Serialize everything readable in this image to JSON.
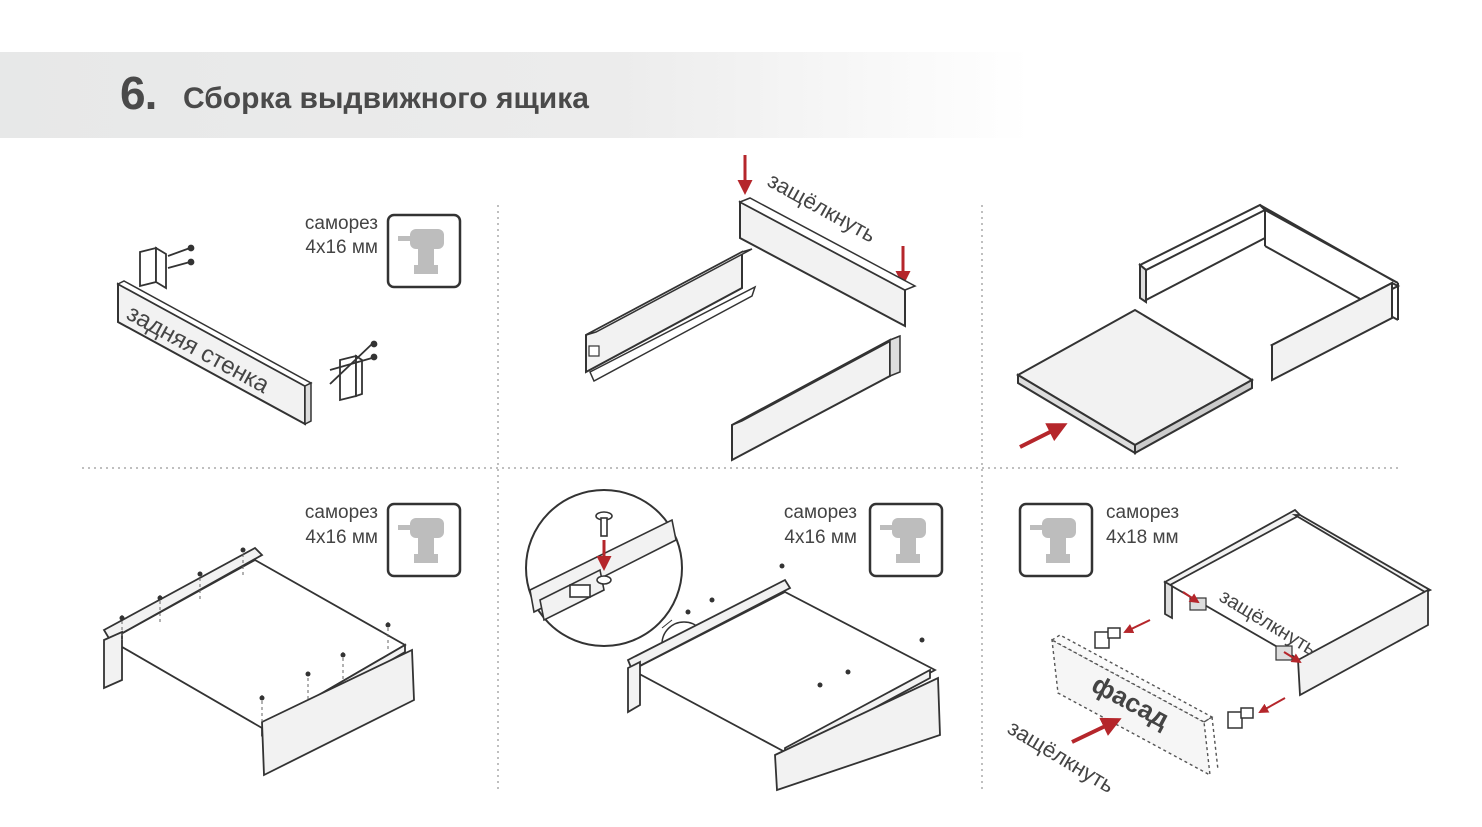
{
  "header": {
    "step_number": "6.",
    "title": "Сборка выдвижного ящика"
  },
  "screw_label": "саморез",
  "screw_16": "4x16 мм",
  "screw_18": "4x18 мм",
  "back_wall_label": "задняя стенка",
  "snap_label": "защёлкнуть",
  "facade_label": "фасад",
  "tool_icon": "drill-icon",
  "colors": {
    "accent": "#b5262b",
    "line": "#333333",
    "panel_fill": "#f2f2f2",
    "divider": "#aaaaaa",
    "header_band": "#e7e8e8"
  }
}
